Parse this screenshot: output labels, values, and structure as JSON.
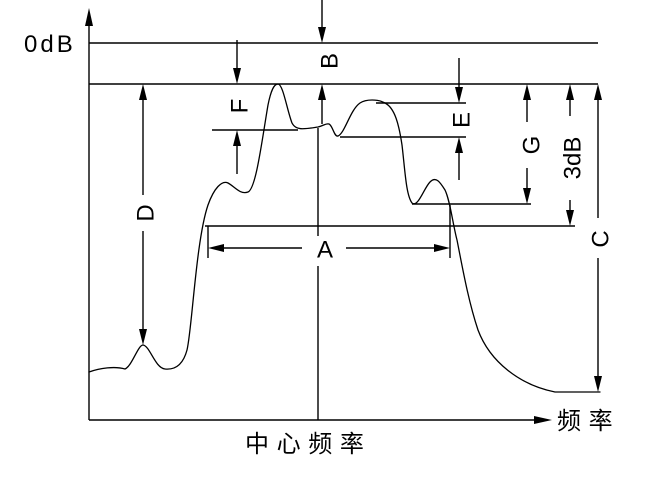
{
  "axes": {
    "y_reference_label": "0dB",
    "x_axis_label": "频 率",
    "center_frequency_label": "中 心 频 率"
  },
  "dimensions": {
    "a": "A",
    "b": "B",
    "c": "C",
    "d": "D",
    "e": "E",
    "f": "F",
    "g": "G",
    "three_db": "3dB"
  },
  "colors": {
    "stroke": "#000000",
    "background": "#ffffff"
  }
}
